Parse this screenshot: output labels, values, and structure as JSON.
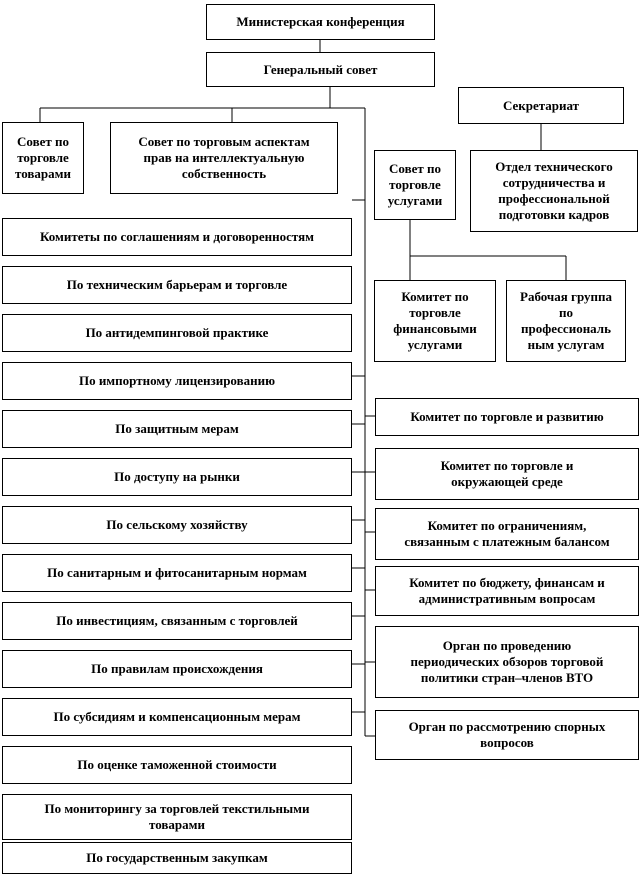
{
  "top": {
    "ministerial": "Министерская конференция",
    "general_council": "Генеральный совет",
    "secretariat": "Секретариат"
  },
  "councils": {
    "goods": "Совет по\nторговле\nтоварами",
    "trips": "Совет по торговым аспектам\nправ на интеллектуальную\nсобственность",
    "services": "Совет по\nторговле\nуслугами",
    "tech_coop": "Отдел технического\nсотрудничества и\nпрофессиональной\nподготовки кадров"
  },
  "goods_committees": [
    "Комитеты по соглашениям и договоренностям",
    "По техническим барьерам и торговле",
    "По антидемпинговой практике",
    "По импортному лицензированию",
    "По защитным мерам",
    "По доступу на рынки",
    "По сельскому хозяйству",
    "По санитарным и фитосанитарным нормам",
    "По инвестициям, связанным с торговлей",
    "По правилам происхождения",
    "По субсидиям и компенсационным мерам",
    "По оценке таможенной стоимости",
    "По мониторингу за торговлей текстильными\nтоварами",
    "По государственным закупкам"
  ],
  "services_bodies": [
    "Комитет по\nторговле\nфинансовыми\nуслугами",
    "Рабочая группа\nпо\nпрофессиональ\nным услугам"
  ],
  "general_bodies": [
    "Комитет по торговле и развитию",
    "Комитет по торговле и\nокружающей  среде",
    "Комитет по ограничениям,\nсвязанным с платежным балансом",
    "Комитет по бюджету, финансам и\nадминистративным вопросам",
    "Орган по проведению\nпериодических обзоров торговой\nполитики стран–членов ВТО",
    "Орган по рассмотрению спорных\nвопросов"
  ]
}
